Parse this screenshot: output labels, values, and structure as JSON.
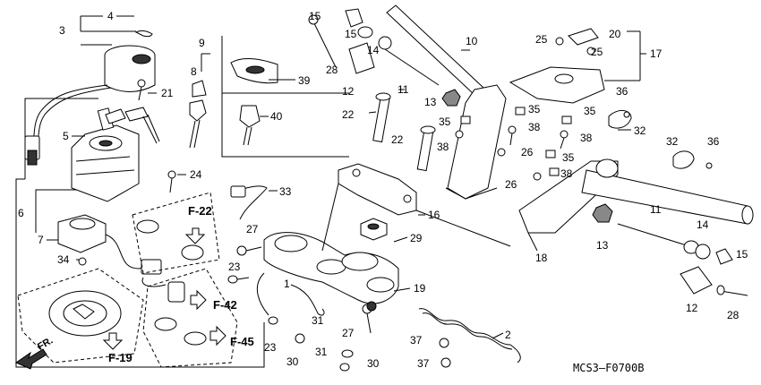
{
  "diagram": {
    "callouts": [
      "1",
      "2",
      "3",
      "4",
      "5",
      "6",
      "7",
      "8",
      "9",
      "10",
      "11",
      "12",
      "13",
      "14",
      "15",
      "16",
      "17",
      "18",
      "19",
      "20",
      "21",
      "22",
      "23",
      "24",
      "25",
      "26",
      "27",
      "28",
      "29",
      "30",
      "31",
      "32",
      "33",
      "34",
      "35",
      "36",
      "37",
      "38",
      "39",
      "40"
    ],
    "refs": {
      "f22": "F-22",
      "f42": "F-42",
      "f45": "F-45",
      "f19": "F-19",
      "fr": "FR."
    },
    "code": "MCS3—F0700B"
  }
}
